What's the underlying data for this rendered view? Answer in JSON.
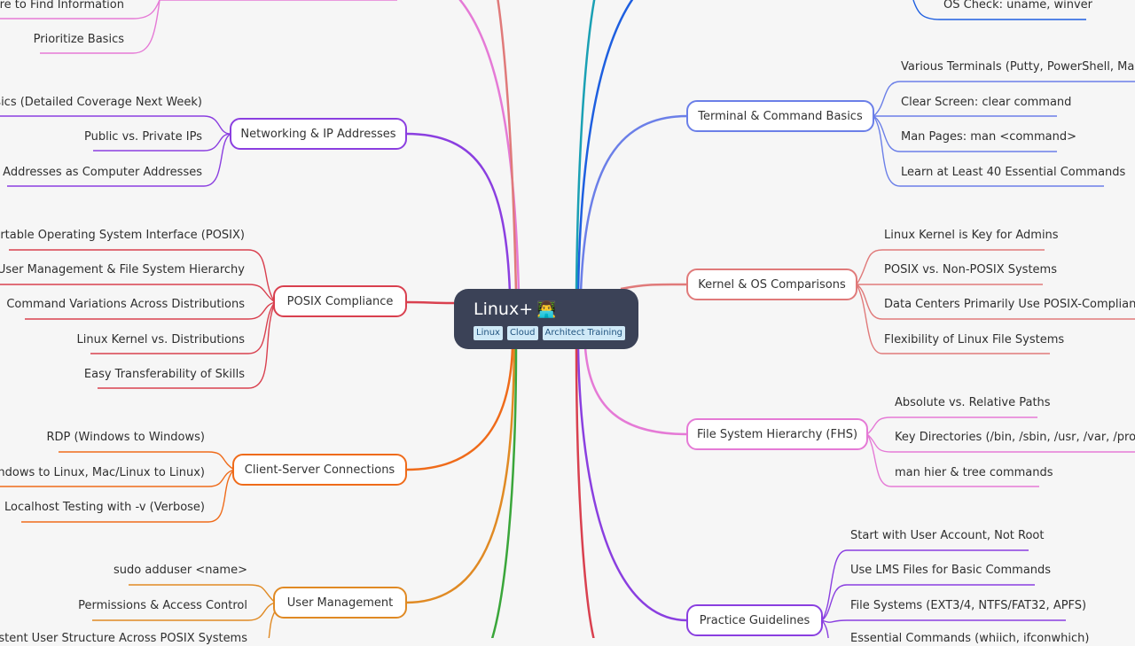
{
  "root": {
    "title": "Linux+",
    "emoji": "👨‍💻",
    "tags": [
      "Linux",
      "Cloud",
      "Architect Training"
    ]
  },
  "branches": {
    "networking": {
      "label": "Networking & IP Addresses",
      "color": "#8b3fe0",
      "leaves": [
        "Basics (Detailed Coverage Next Week)",
        "Public vs. Private IPs",
        "IP Addresses as Computer Addresses"
      ]
    },
    "posix": {
      "label": "POSIX Compliance",
      "color": "#d9404f",
      "leaves": [
        "Portable Operating System Interface (POSIX)",
        "tent User Management & File System Hierarchy",
        "Command Variations Across Distributions",
        "Linux Kernel vs. Distributions",
        "Easy Transferability of Skills"
      ]
    },
    "client_server": {
      "label": "Client-Server Connections",
      "color": "#ef6b1a",
      "leaves": [
        "RDP (Windows to Windows)",
        "(Windows to Linux, Mac/Linux to Linux)",
        "Localhost Testing with -v (Verbose)"
      ]
    },
    "user_mgmt": {
      "label": "User Management",
      "color": "#e08a24",
      "leaves": [
        "sudo adduser <name>",
        "Permissions & Access Control",
        "nsistent User Structure Across POSIX Systems"
      ]
    },
    "top_left": {
      "leaves": [
        "here to Find Information",
        "Prioritize Basics"
      ]
    },
    "terminal": {
      "label": "Terminal & Command Basics",
      "color": "#6b7fe8",
      "leaves": [
        "Various Terminals (Putty, PowerShell, Mac Te",
        "Clear Screen: clear command",
        "Man Pages: man <command>",
        "Learn at Least 40 Essential Commands"
      ]
    },
    "kernel": {
      "label": "Kernel & OS Comparisons",
      "color": "#e07a7a",
      "leaves": [
        "Linux Kernel is Key for Admins",
        "POSIX vs. Non-POSIX Systems",
        "Data Centers Primarily Use POSIX-Compliant Lin",
        "Flexibility of Linux File Systems"
      ]
    },
    "fhs": {
      "label": "File System Hierarchy (FHS)",
      "color": "#e57ad6",
      "leaves": [
        "Absolute vs. Relative Paths",
        "Key Directories (/bin, /sbin, /usr, /var, /proc, /e",
        "man hier & tree commands"
      ]
    },
    "practice": {
      "label": "Practice Guidelines",
      "color": "#8a3fe0",
      "leaves": [
        "Start with User Account, Not Root",
        "Use LMS Files for Basic Commands",
        "File Systems (EXT3/4, NTFS/FAT32, APFS)",
        "Essential Commands (whiich, ifconwhich)"
      ]
    },
    "top_right": {
      "color": "#1e5fe0",
      "leaves": [
        "OS Check: uname, winver"
      ]
    }
  },
  "colors": {
    "top_left_branch": "#e57ad6",
    "top_left_outer": "#e07a7a",
    "top_right_teal": "#1aa0b4",
    "bottom_green": "#3aa63a",
    "bottom_red": "#d9404f",
    "root_bg": "#3b4257"
  }
}
